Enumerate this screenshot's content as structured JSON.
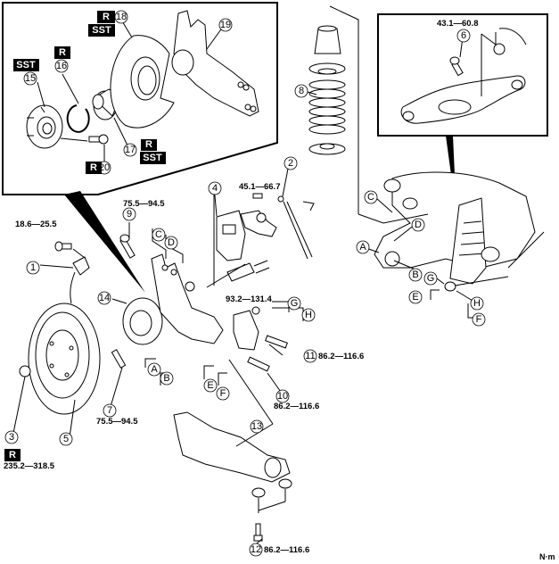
{
  "diagram": {
    "title": "Rear suspension exploded view",
    "unit_label": "N·m",
    "callouts": [
      {
        "id": "1",
        "label": "1"
      },
      {
        "id": "2",
        "label": "2"
      },
      {
        "id": "3",
        "label": "3"
      },
      {
        "id": "4",
        "label": "4"
      },
      {
        "id": "5",
        "label": "5"
      },
      {
        "id": "6",
        "label": "6"
      },
      {
        "id": "7",
        "label": "7"
      },
      {
        "id": "8",
        "label": "8"
      },
      {
        "id": "9",
        "label": "9"
      },
      {
        "id": "10",
        "label": "10"
      },
      {
        "id": "11",
        "label": "11"
      },
      {
        "id": "12",
        "label": "12"
      },
      {
        "id": "13",
        "label": "13"
      },
      {
        "id": "14",
        "label": "14"
      },
      {
        "id": "15",
        "label": "15"
      },
      {
        "id": "16",
        "label": "16"
      },
      {
        "id": "17",
        "label": "17"
      },
      {
        "id": "18",
        "label": "18"
      },
      {
        "id": "19",
        "label": "19"
      },
      {
        "id": "20",
        "label": "20"
      }
    ],
    "torques": {
      "t6": "43.1—60.8",
      "t2_4": "45.1—66.7",
      "t9": "75.5—94.5",
      "t1": "18.6—25.5",
      "t_nut_g": "93.2—131.4",
      "t11": "86.2—116.6",
      "t10": "86.2—116.6",
      "t7": "75.5—94.5",
      "t3": "235.2—318.5",
      "t12": "86.2—116.6"
    },
    "badges": {
      "replace": "R",
      "special_tool": "SST"
    },
    "reference_letters": {
      "A": "A",
      "B": "B",
      "C": "C",
      "D": "D",
      "E": "E",
      "F": "F",
      "G": "G",
      "H": "H"
    }
  }
}
